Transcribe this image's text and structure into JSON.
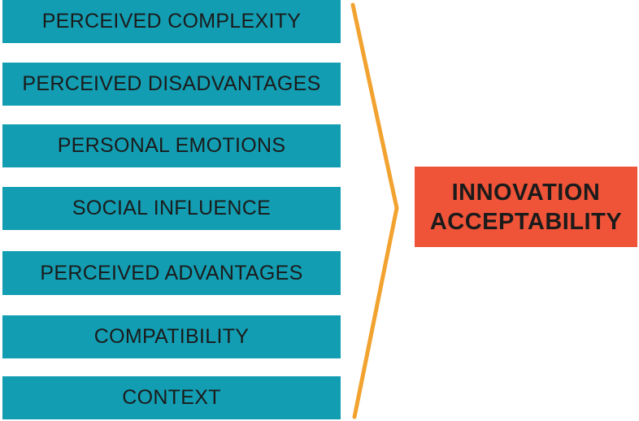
{
  "factors": [
    {
      "label": "PERCEIVED COMPLEXITY"
    },
    {
      "label": "PERCEIVED DISADVANTAGES"
    },
    {
      "label": "PERSONAL EMOTIONS"
    },
    {
      "label": "SOCIAL INFLUENCE"
    },
    {
      "label": "PERCEIVED ADVANTAGES"
    },
    {
      "label": "COMPATIBILITY"
    },
    {
      "label": "CONTEXT"
    }
  ],
  "outcome": {
    "line1": "INNOVATION",
    "line2": "ACCEPTABILITY"
  },
  "colors": {
    "factor_box": "#129db2",
    "outcome_box": "#ef5438",
    "bracket": "#f2a22f",
    "text": "#1b1b1b"
  }
}
